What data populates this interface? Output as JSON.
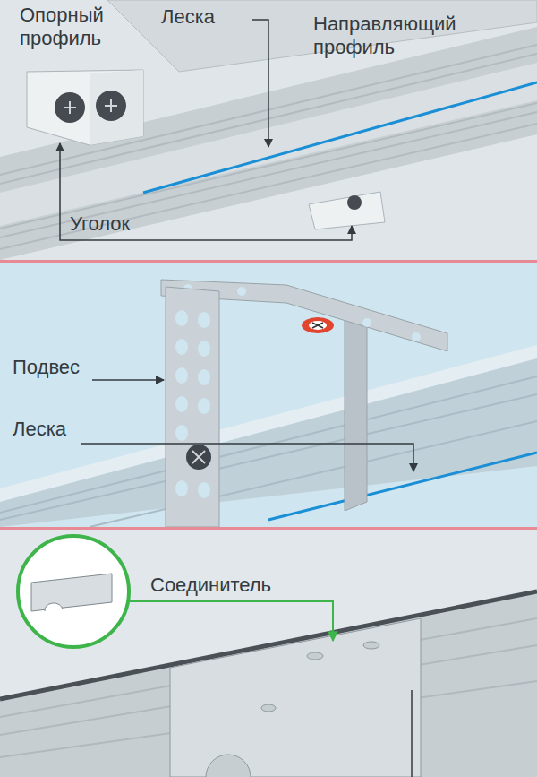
{
  "diagram": {
    "labels": [
      "Опорный профиль",
      "Леска",
      "Направляющий профиль",
      "Уголок",
      "Подвес",
      "Леска",
      "Соединитель"
    ]
  }
}
